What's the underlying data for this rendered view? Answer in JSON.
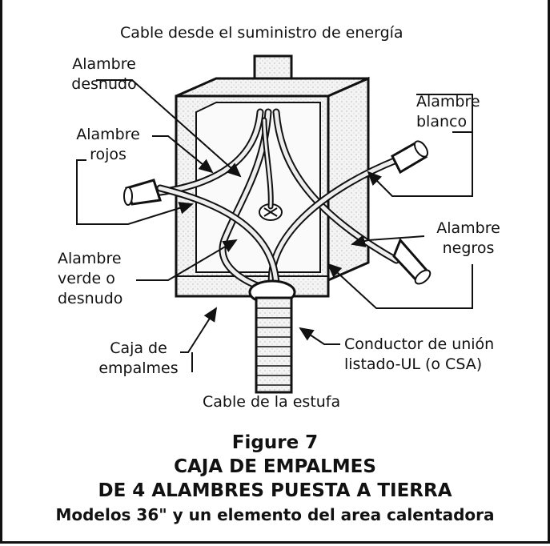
{
  "labels": {
    "top_cable": "Cable desde el suministro de energía",
    "bare_wire": [
      "Alambre",
      "desnudo"
    ],
    "red_wires": [
      "Alambre",
      "rojos"
    ],
    "white_wire": [
      "Alambre",
      "blanco"
    ],
    "black_wires": [
      "Alambre",
      "negros"
    ],
    "green_wire": [
      "Alambre",
      "verde o",
      "desnudo"
    ],
    "junction_box": [
      "Caja de",
      "empalmes"
    ],
    "bonding_conductor": [
      "Conductor de unión",
      "listado-UL (o CSA)"
    ],
    "bottom_cable": "Cable de la estufa"
  },
  "caption": {
    "figure": "Figure 7",
    "line1": "CAJA DE EMPALMES",
    "line2": "DE 4 ALAMBRES PUESTA A TIERRA",
    "line3": "Modelos 36\" y un elemento del area calentadora"
  }
}
